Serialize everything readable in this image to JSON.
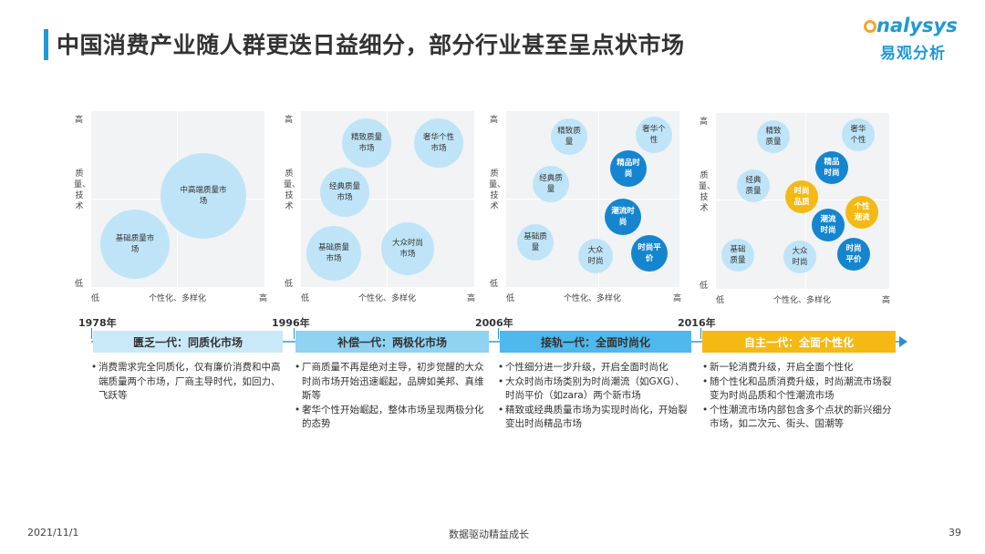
{
  "title": "中国消费产业随人群更迭日益细分，部分行业甚至呈点状市场",
  "logo": {
    "en": "nalysys",
    "cn": "易观分析"
  },
  "axes": {
    "y_high": "高",
    "y_low": "低",
    "y_label": "质量、技术",
    "x_low": "低",
    "x_label": "个性化、多样化",
    "x_high": "高"
  },
  "panels": [
    {
      "bubbles": [
        {
          "label": "中高端质量市场",
          "style": "light"
        },
        {
          "label": "基础质量市场",
          "style": "light"
        }
      ]
    },
    {
      "bubbles": [
        {
          "label": "精致质量市场",
          "style": "light"
        },
        {
          "label": "奢华个性市场",
          "style": "light"
        },
        {
          "label": "经典质量市场",
          "style": "light"
        },
        {
          "label": "基础质量市场",
          "style": "light"
        },
        {
          "label": "大众时尚市场",
          "style": "light"
        }
      ]
    },
    {
      "bubbles": [
        {
          "label": "精致质量",
          "style": "light"
        },
        {
          "label": "奢华个性",
          "style": "light"
        },
        {
          "label": "精品时尚",
          "style": "dark"
        },
        {
          "label": "经典质量",
          "style": "light"
        },
        {
          "label": "潮流时尚",
          "style": "dark"
        },
        {
          "label": "基础质量",
          "style": "light"
        },
        {
          "label": "大众时尚",
          "style": "light"
        },
        {
          "label": "时尚平价",
          "style": "dark"
        }
      ]
    },
    {
      "bubbles": [
        {
          "label": "精致质量",
          "style": "light"
        },
        {
          "label": "奢华个性",
          "style": "light"
        },
        {
          "label": "精品时尚",
          "style": "dark"
        },
        {
          "label": "经典质量",
          "style": "light"
        },
        {
          "label": "时尚品质",
          "style": "gold"
        },
        {
          "label": "个性潮流",
          "style": "gold"
        },
        {
          "label": "潮流时尚",
          "style": "dark"
        },
        {
          "label": "基础质量",
          "style": "light"
        },
        {
          "label": "大众时尚",
          "style": "light"
        },
        {
          "label": "时尚平价",
          "style": "dark"
        }
      ]
    }
  ],
  "years": [
    "1978年",
    "1996年",
    "2006年",
    "2016年"
  ],
  "eras": [
    {
      "label": "匮乏一代：同质化市场",
      "points": [
        "消费需求完全同质化，仅有廉价消费和中高端质量两个市场，厂商主导时代，如回力、飞跃等"
      ]
    },
    {
      "label": "补偿一代：两极化市场",
      "points": [
        "厂商质量不再是绝对主导，初步觉醒的大众时尚市场开始迅速崛起，品牌如美邦、真维斯等",
        "奢华个性开始崛起，整体市场呈现两极分化的态势"
      ]
    },
    {
      "label": "接轨一代：全面时尚化",
      "points": [
        "个性细分进一步升级，开启全面时尚化",
        "大众时尚市场类别为时尚潮流（如GXG）、时尚平价（如zara）两个新市场",
        "精致或经典质量市场为实现时尚化，开始裂变出时尚精品市场"
      ]
    },
    {
      "label": "自主一代：全面个性化",
      "points": [
        "新一轮消费升级，开启全面个性化",
        "随个性化和品质消费升级，时尚潮流市场裂变为时尚品质和个性潮流市场",
        "个性潮流市场内部包含多个点状的新兴细分市场，如二次元、街头、国潮等"
      ]
    }
  ],
  "colors": {
    "accent": "#1f9ad6",
    "bubble_light": "#bfe4f7",
    "bubble_dark": "#1585cf",
    "bubble_gold": "#f5b914"
  },
  "footer": {
    "date": "2021/11/1",
    "slogan": "数据驱动精益成长",
    "page": "39"
  }
}
